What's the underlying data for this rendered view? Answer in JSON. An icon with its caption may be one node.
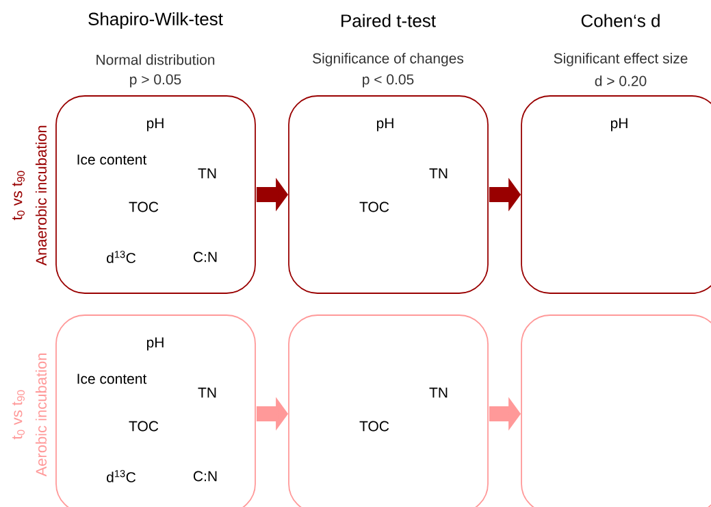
{
  "diagram": {
    "nodes": [
      {
        "text": [
          "pH",
          "Ice content",
          "TN",
          "TOC",
          "d$^{13}$C",
          "C:N"
        ]
      },
      {
        "text": [
          "pH",
          "TN",
          "TOC"
        ]
      },
      {
        "text": [
          "pH"
        ]
      },
      {
        "text": [
          "pH",
          "Ice content",
          "TN",
          "TOC",
          "d$^{13}$C",
          "C:N"
        ]
      },
      {
        "text": [
          "TN",
          "TOC"
        ]
      },
      {
        "text": [],
        "shape": "box"
      }
    ],
    "edges": [
      {
        "from": 0,
        "to": 1,
        "arrow": "to",
        "color": "#990000"
      },
      {
        "from": 1,
        "to": 2,
        "arrow": "to",
        "color": "#990000"
      },
      {
        "from": 3,
        "to": 4,
        "arrow": "to",
        "color": "#ff9999"
      },
      {
        "from": 4,
        "to": 5,
        "arrow": "to",
        "color": "#ff9999"
      }
    ],
    "labels": [
      "Shapiro-Wilk-test",
      "Paired t-test",
      "Cohen‘s d",
      "Normal distribution",
      "Significance of changes",
      "Significant effect size",
      "p > 0.05",
      "p < 0.05",
      "d > 0.20",
      "t$_{0}$ vs t$_{90}$",
      "Anaerobic incubation",
      "t$_{0}$ vs t$_{90}$",
      "Aerobic incubation"
    ]
  }
}
